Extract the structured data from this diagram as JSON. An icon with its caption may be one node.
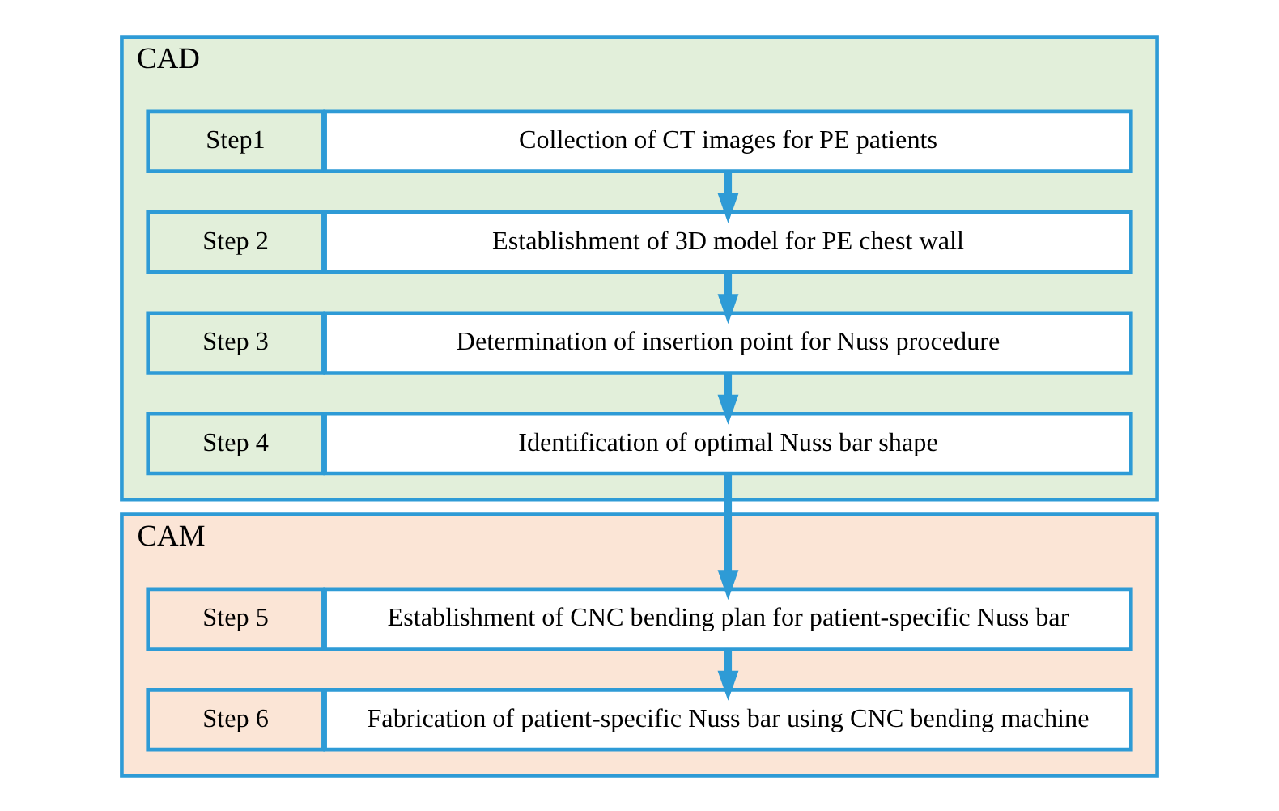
{
  "diagram": {
    "nodes": [
      {
        "text": [
          "CAD"
        ]
      },
      {
        "text": [
          "Step1"
        ],
        "in": 0
      },
      {
        "text": [
          "Collection of CT images for PE patients"
        ],
        "in": 0
      },
      {
        "text": [
          "Step 2"
        ],
        "in": 0
      },
      {
        "text": [
          "Establishment of 3D model for PE chest wall"
        ],
        "in": 0
      },
      {
        "text": [
          "Step 3"
        ],
        "in": 0
      },
      {
        "text": [
          "Determination of insertion point for Nuss procedure"
        ],
        "in": 0
      },
      {
        "text": [
          "Step 4"
        ],
        "in": 0
      },
      {
        "text": [
          "Identification of optimal Nuss bar shape"
        ],
        "in": 0
      },
      {
        "text": [
          "CAM"
        ]
      },
      {
        "text": [
          "Step 5"
        ],
        "in": 9
      },
      {
        "text": [
          "Establishment of CNC bending plan for patient-specific Nuss bar"
        ],
        "in": 9
      },
      {
        "text": [
          "Step 6"
        ],
        "in": 9
      },
      {
        "text": [
          "Fabrication of patient-specific Nuss bar using CNC bending machine"
        ],
        "in": 9
      }
    ],
    "edges": [
      {
        "from": 2,
        "to": 4,
        "arrow": "to"
      },
      {
        "from": 4,
        "to": 6,
        "arrow": "to"
      },
      {
        "from": 6,
        "to": 8,
        "arrow": "to"
      },
      {
        "from": 8,
        "to": 11,
        "arrow": "to"
      },
      {
        "from": 11,
        "to": 13,
        "arrow": "to"
      }
    ]
  }
}
